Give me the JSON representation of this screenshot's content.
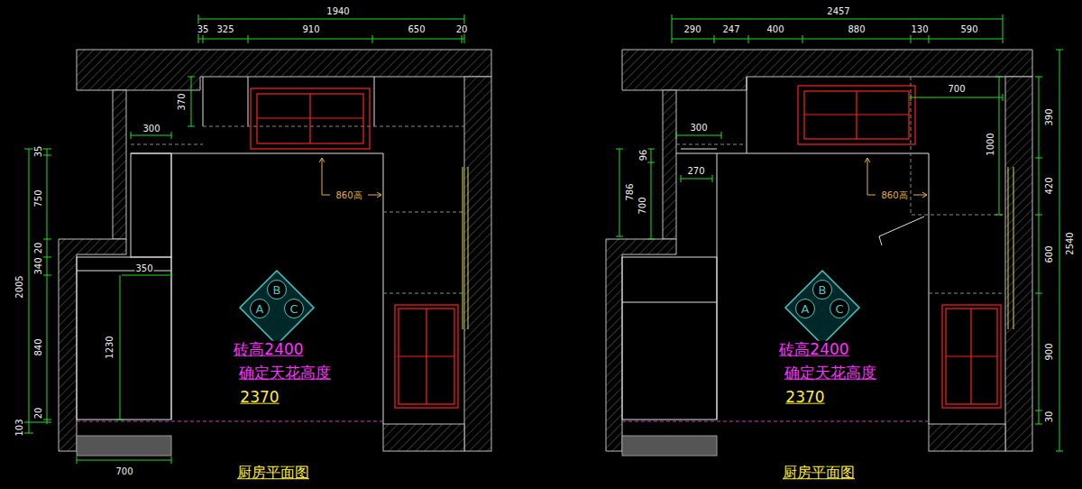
{
  "diagram": {
    "nodes": [
      {
        "text": [
          "B"
        ]
      },
      {
        "text": [
          "A"
        ]
      },
      {
        "text": [
          "C"
        ]
      },
      {
        "text": [
          "B"
        ]
      },
      {
        "text": [
          "A"
        ]
      },
      {
        "text": [
          "C"
        ]
      }
    ],
    "labels": [
      "1940",
      "35",
      "325",
      "910",
      "650",
      "20",
      "370",
      "300",
      "860高",
      "350",
      "1230",
      "700",
      "35",
      "750",
      "20",
      "340",
      "840",
      "20",
      "2005",
      "103",
      "砖高2400",
      "确定天花高度",
      "2370",
      "厨房平面图",
      "2457",
      "290",
      "247",
      "400",
      "880",
      "130",
      "590",
      "700",
      "1000",
      "300",
      "96",
      "270",
      "786",
      "700",
      "860高",
      "390",
      "420",
      "600",
      "900",
      "30",
      "2540",
      "砖高2400",
      "确定天花高度",
      "2370",
      "厨房平面图"
    ]
  }
}
